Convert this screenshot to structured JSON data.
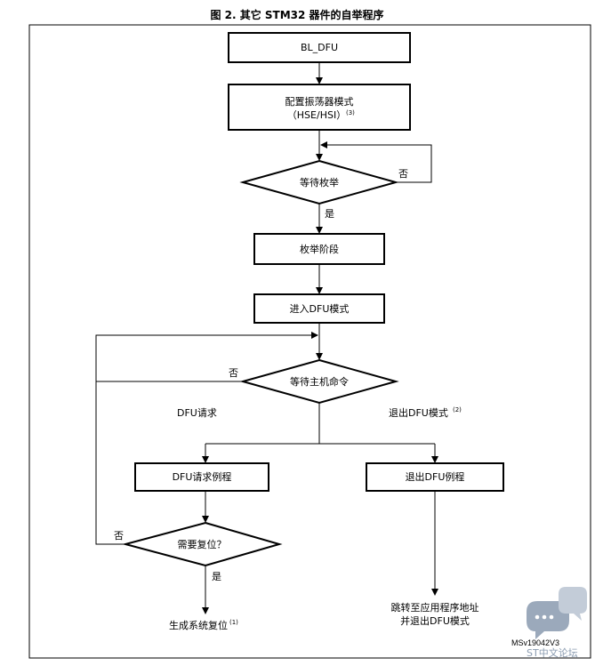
{
  "figure": {
    "title": "图 2. 其它 STM32 器件的自举程序",
    "code": "MSv19042V3"
  },
  "nodes": {
    "bl_dfu": "BL_DFU",
    "osc_config_line1": "配置振荡器模式",
    "osc_config_line2": "（HSE/HSI）",
    "osc_config_note": "(3)",
    "wait_enum": "等待枚举",
    "enum_phase": "枚举阶段",
    "enter_dfu": "进入DFU模式",
    "wait_host": "等待主机命令",
    "dfu_request_routine": "DFU请求例程",
    "exit_dfu_routine": "退出DFU例程",
    "need_reset": "需要复位？",
    "generate_reset": "生成系统复位",
    "generate_reset_note": "(1)",
    "jump_line1": "跳转至应用程序地址",
    "jump_line2": "并退出DFU模式"
  },
  "edges": {
    "wait_enum_no": "否",
    "wait_enum_yes": "是",
    "wait_host_no": "否",
    "dfu_request": "DFU请求",
    "exit_dfu_mode": "退出DFU模式",
    "exit_dfu_note": "(2)",
    "need_reset_no": "否",
    "need_reset_yes": "是"
  },
  "watermark": {
    "text": "ST中文论坛",
    "icon": "chat-bubble-icon"
  }
}
